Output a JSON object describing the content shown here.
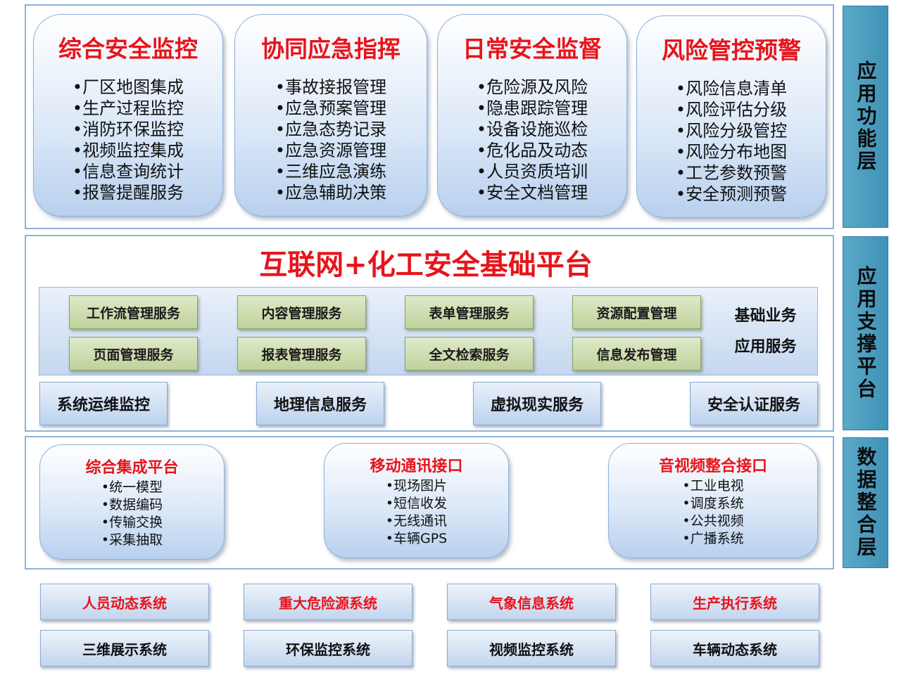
{
  "layers": {
    "app_function": "应用功能层",
    "app_support": "应用支撑平台",
    "data_integration": "数据整合层"
  },
  "app_cards": [
    {
      "title": "综合安全监控",
      "items": [
        "•厂区地图集成",
        "•生产过程监控",
        "•消防环保监控",
        "•视频监控集成",
        "•信息查询统计",
        "•报警提醒服务"
      ]
    },
    {
      "title": "协同应急指挥",
      "items": [
        "•事故接报管理",
        "•应急预案管理",
        "•应急态势记录",
        "•应急资源管理",
        "•三维应急演练",
        "•应急辅助决策"
      ]
    },
    {
      "title": "日常安全监督",
      "items": [
        "•危险源及风险",
        "•隐患跟踪管理",
        "•设备设施巡检",
        "•危化品及动态",
        "•人员资质培训",
        "•安全文档管理"
      ]
    },
    {
      "title": "风险管控预警",
      "items": [
        "•风险信息清单",
        "•风险评估分级",
        "•风险分级管控",
        "•风险分布地图",
        "•工艺参数预警",
        "•安全预测预警"
      ]
    }
  ],
  "platform": {
    "title": "互联网+化工安全基础平台",
    "services_row1": [
      "工作流管理服务",
      "内容管理服务",
      "表单管理服务",
      "资源配置管理"
    ],
    "services_row2": [
      "页面管理服务",
      "报表管理服务",
      "全文检索服务",
      "信息发布管理"
    ],
    "business_label": [
      "基础业务",
      "应用服务"
    ],
    "bottom_services": [
      "系统运维监控",
      "地理信息服务",
      "虚拟现实服务",
      "安全认证服务"
    ]
  },
  "data_cards": [
    {
      "title": "综合集成平台",
      "items": [
        "•统一模型",
        "•数据编码",
        "•传输交换",
        "•采集抽取"
      ]
    },
    {
      "title": "移动通讯接口",
      "items": [
        "•现场图片",
        "•短信收发",
        "•无线通讯",
        "•车辆GPS"
      ]
    },
    {
      "title": "音视频整合接口",
      "items": [
        "•工业电视",
        "•调度系统",
        "•公共视频",
        "•广播系统"
      ]
    }
  ],
  "systems_row1": [
    "人员动态系统",
    "重大危险源系统",
    "气象信息系统",
    "生产执行系统"
  ],
  "systems_row2": [
    "三维展示系统",
    "环保监控系统",
    "视频监控系统",
    "车辆动态系统"
  ],
  "colors": {
    "accent_red": "#e8141b",
    "side_bar": "#4a9cc0",
    "service_green": "#c9dbab",
    "card_blue": "#c8daf1"
  }
}
